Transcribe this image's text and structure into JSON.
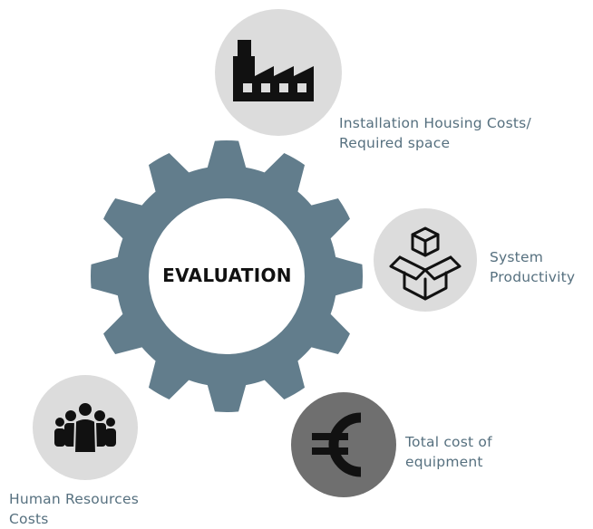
{
  "center": {
    "title": "EVALUATION"
  },
  "colors": {
    "gear": "#627d8c",
    "label": "#56707f",
    "circle_light": "#dcdcdc",
    "circle_dark": "#6f6f6f",
    "icon": "#111111"
  },
  "factors": [
    {
      "icon": "factory-icon",
      "lines": [
        "Installation Housing Costs/",
        "Required space"
      ]
    },
    {
      "icon": "boxes-icon",
      "lines": [
        "System",
        "Productivity"
      ]
    },
    {
      "icon": "euro-icon",
      "lines": [
        "Total cost of",
        "equipment"
      ]
    },
    {
      "icon": "people-icon",
      "lines": [
        "Human Resources",
        "Costs"
      ]
    }
  ]
}
